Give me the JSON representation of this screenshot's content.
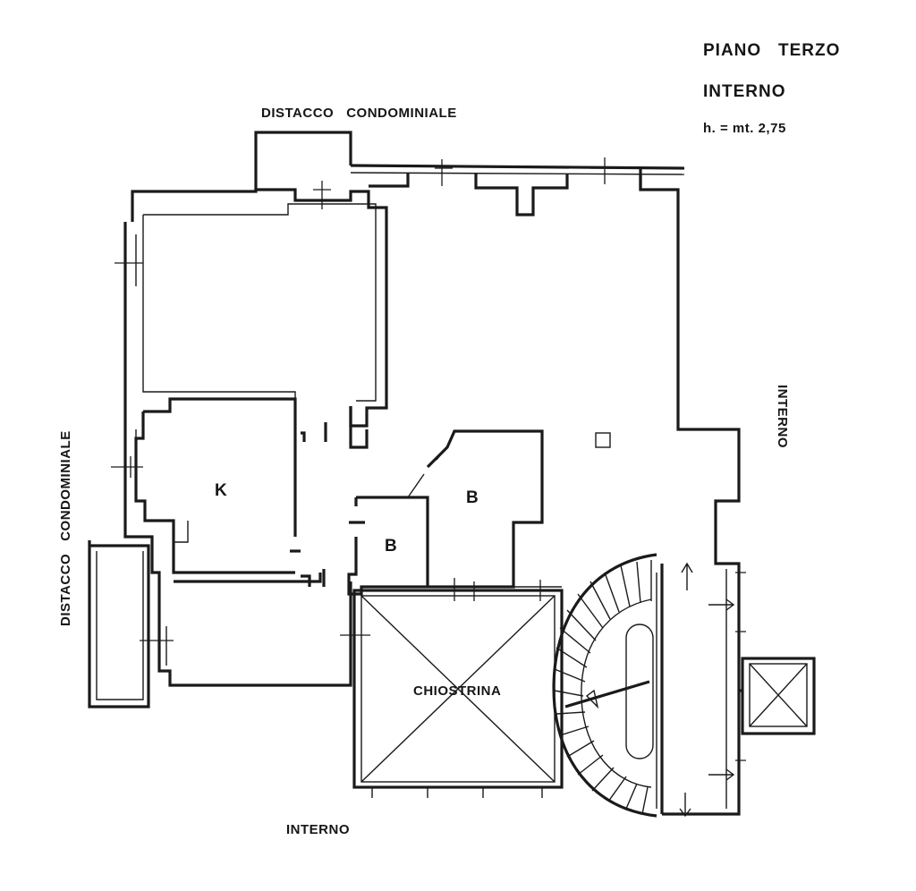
{
  "title": {
    "floor": "PIANO   TERZO",
    "type": "INTERNO",
    "height": "h. = mt. 2,75"
  },
  "surroundings": {
    "top": "DISTACCO   CONDOMINIALE",
    "left": "DISTACCO   CONDOMINIALE",
    "right": "INTERNO",
    "bottom": "INTERNO"
  },
  "rooms": {
    "kitchen": "K",
    "bath_large": "B",
    "bath_small": "B",
    "courtyard": "CHIOSTRINA"
  }
}
